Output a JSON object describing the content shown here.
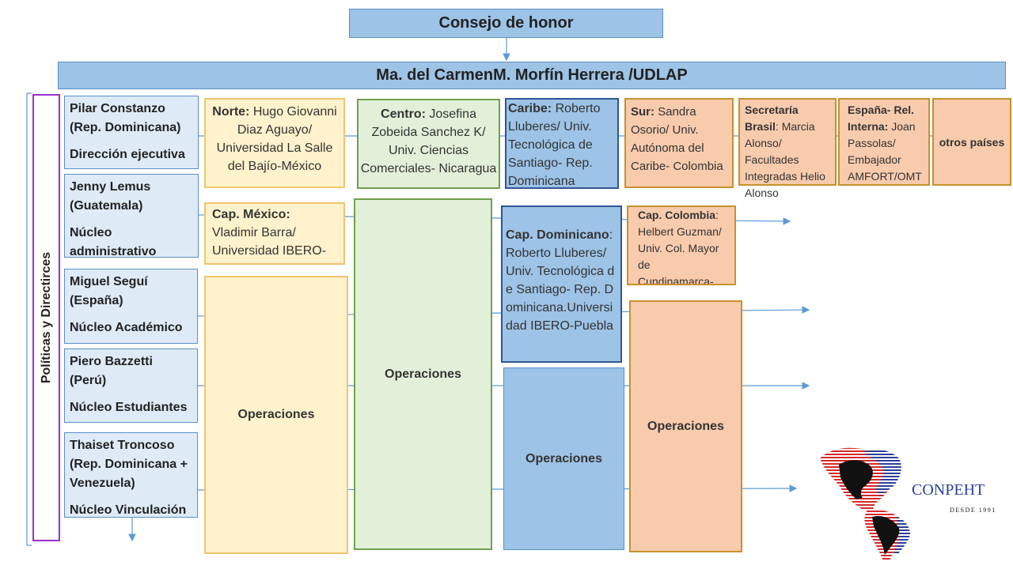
{
  "header": {
    "top": "Consejo de honor",
    "president": "Ma. del CarmenM.  Morfín Herrera /UDLAP"
  },
  "side_label": "Políticas y Directirces",
  "leaders": [
    {
      "name": "Pilar Constanzo (Rep. Dominicana)",
      "role": "Dirección ejecutiva"
    },
    {
      "name": "Jenny Lemus (Guatemala)",
      "role": "Núcleo administrativo"
    },
    {
      "name": "Miguel Seguí (España)",
      "role": "Núcleo Académico"
    },
    {
      "name": "Piero Bazzetti (Perú)",
      "role": "Núcleo Estudiantes"
    },
    {
      "name": "Thaiset Troncoso (Rep. Dominicana + Venezuela)",
      "role": "Núcleo Vinculación"
    }
  ],
  "regions": {
    "norte": {
      "label": "Norte:",
      "text": " Hugo Giovanni Diaz Aguayo/ Universidad La Salle del Bajío-México"
    },
    "centro": {
      "label": "Centro:",
      "text": " Josefina Zobeida Sanchez K/ Univ. Ciencias Comerciales- Nicaragua"
    },
    "caribe": {
      "label": "Caribe:",
      "text": " Roberto Lluberes/ Univ. Tecnológica de Santiago- Rep. Dominicana"
    },
    "sur": {
      "label": "Sur:",
      "text": " Sandra Osorio/ Univ. Autónoma del Caribe- Colombia"
    },
    "brasil": {
      "label": "Secretaría Brasil",
      "text": ": Marcia Alonso/ Facultades Integradas Helio Alonso"
    },
    "espana": {
      "label": "España- Rel. Interna:",
      "text": " Joan Passolas/ Embajador AMFORT/OMT"
    },
    "otros": {
      "label": "otros países"
    }
  },
  "chapters": {
    "mexico": {
      "label": "Cap. México:",
      "text": " Vladimir Barra/ Universidad IBERO-Puebla"
    },
    "dominicano": {
      "label": "Cap. Dominicano",
      "text": ": Roberto Lluberes/ Univ. Tecnológica de Santiago- Rep. Dominicana.Universidad IBERO-Puebla"
    },
    "colombia": {
      "label": "Cap. Colombia",
      "text": ": Helbert Guzman/ Univ. Col. Mayor de Cundinamarca- Colombia."
    }
  },
  "operations": [
    "Operaciones",
    "Operaciones",
    "Operaciones",
    "Operaciones"
  ],
  "logo": {
    "name": "CONPEHT",
    "since": "Desde 1991"
  },
  "colors": {
    "accent_blue": "#5b9bd5",
    "purple": "#9933cc",
    "header_fill": "#9dc3e6"
  }
}
